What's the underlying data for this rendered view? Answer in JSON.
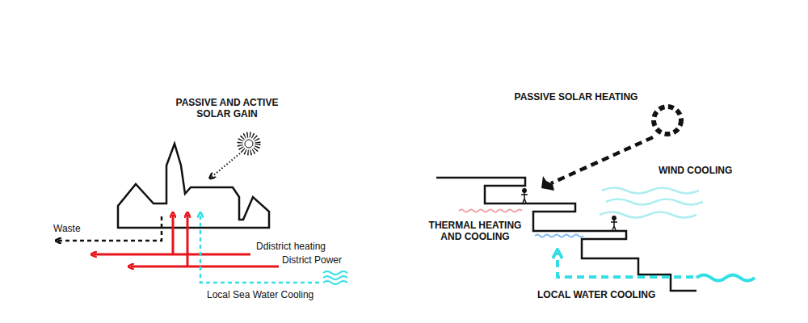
{
  "diagram": {
    "labels": [
      "PASSIVE AND ACTIVE SOLAR GAIN",
      "PASSIVE SOLAR HEATING",
      "WIND COOLING",
      "THERMAL HEATING AND COOLING",
      "Waste",
      "Ddistrict heating",
      "District Power",
      "Local Sea Water Cooling",
      "LOCAL WATER COOLING"
    ]
  }
}
